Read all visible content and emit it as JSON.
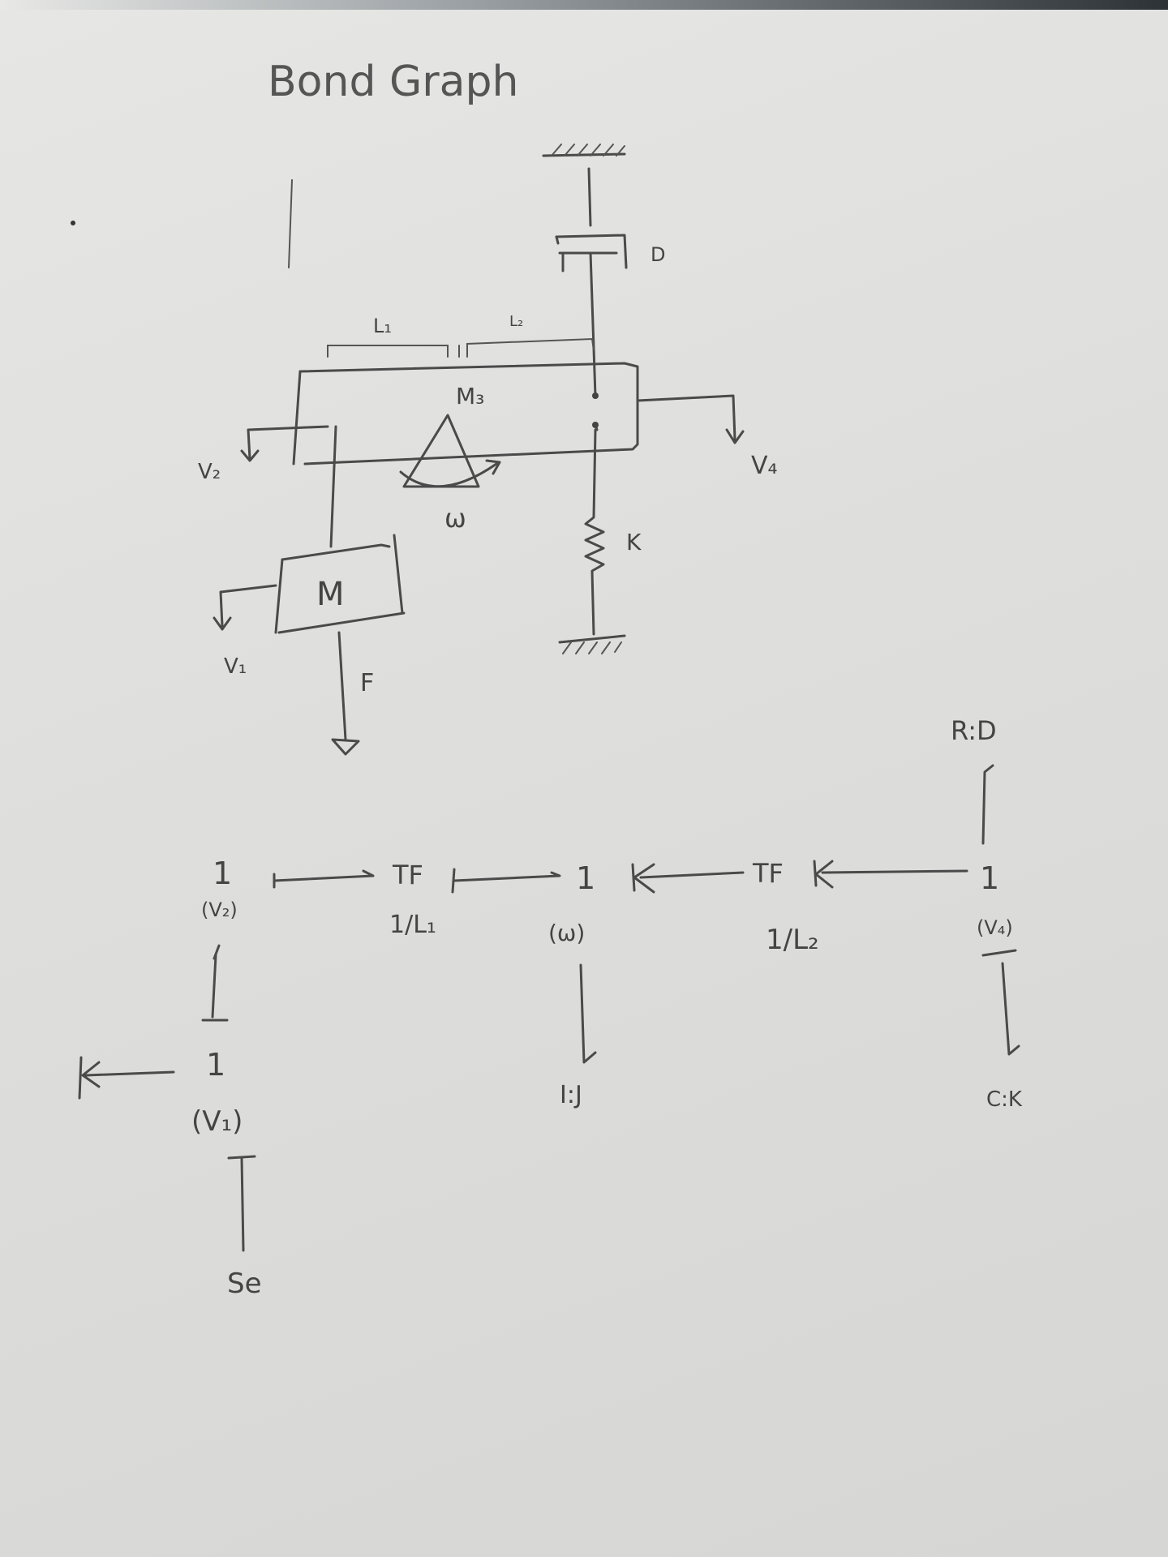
{
  "title": "Bond Graph",
  "mechanical": {
    "length_1": "L₁",
    "length_2": "L₂",
    "lever_mass": "M₃",
    "angular_velocity": "ω",
    "mass": "M",
    "force": "F",
    "velocity_1": "V₁",
    "velocity_2": "V₂",
    "velocity_4": "V₄",
    "damper": "D",
    "spring": "K"
  },
  "bond_graph": {
    "junction_v2": {
      "label": "1",
      "var": "(V₂)"
    },
    "tf_1": {
      "label": "TF",
      "ratio": "1/L₁"
    },
    "junction_w": {
      "label": "1",
      "var": "(ω)"
    },
    "tf_2": {
      "label": "TF",
      "ratio": "1/L₂"
    },
    "junction_v4": {
      "label": "1",
      "var": "(V₄)"
    },
    "junction_v1": {
      "label": "1",
      "var": "(V₁)"
    },
    "resistor": "R:D",
    "inertia": "I:J",
    "capacitor": "C:K",
    "source": "Se"
  }
}
